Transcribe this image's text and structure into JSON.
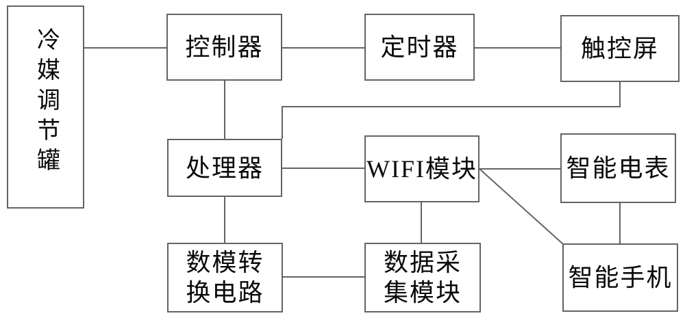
{
  "diagram": {
    "background_color": "#ffffff",
    "line_color": "#636363",
    "text_color": "#0a0a0a",
    "nodes": {
      "tank": {
        "label": "冷媒调节罐",
        "orientation": "vertical"
      },
      "controller": {
        "label": "控制器"
      },
      "timer": {
        "label": "定时器"
      },
      "touchscreen": {
        "label": "触控屏"
      },
      "processor": {
        "label": "处理器"
      },
      "wifi": {
        "label": "WIFI模块"
      },
      "meter": {
        "label": "智能电表"
      },
      "dac": {
        "label": "数模转换电路"
      },
      "daq": {
        "label": "数据采集模块"
      },
      "phone": {
        "label": "智能手机"
      }
    },
    "edges": [
      {
        "from": "tank",
        "to": "controller"
      },
      {
        "from": "controller",
        "to": "timer"
      },
      {
        "from": "timer",
        "to": "touchscreen"
      },
      {
        "from": "controller",
        "to": "processor"
      },
      {
        "from": "touchscreen",
        "to": "processor"
      },
      {
        "from": "processor",
        "to": "wifi"
      },
      {
        "from": "wifi",
        "to": "meter"
      },
      {
        "from": "wifi",
        "to": "phone"
      },
      {
        "from": "meter",
        "to": "phone"
      },
      {
        "from": "processor",
        "to": "dac"
      },
      {
        "from": "wifi",
        "to": "daq"
      },
      {
        "from": "dac",
        "to": "daq"
      }
    ]
  }
}
